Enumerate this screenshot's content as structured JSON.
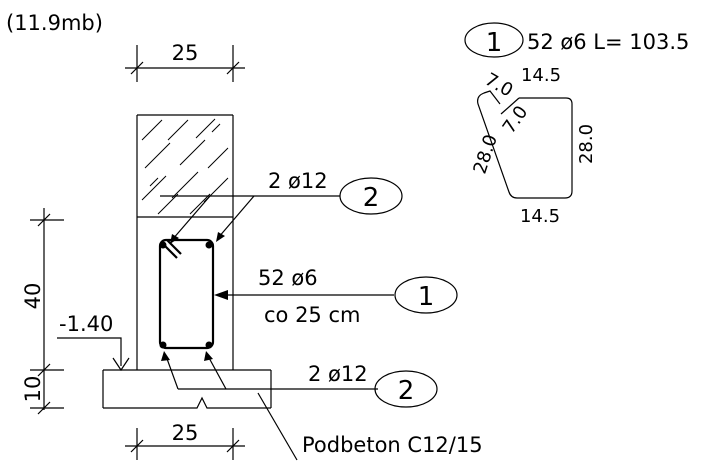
{
  "note_top": "(11.9mb)",
  "dims": {
    "width_top": "25",
    "width_bottom": "25",
    "height_beam": "40",
    "height_footing": "10",
    "level": "-1.40"
  },
  "labels": {
    "top_bars": "2 ø12",
    "stirrups_line1": "52 ø6",
    "stirrups_line2": "co 25 cm",
    "bottom_bars": "2 ø12",
    "podbeton": "Podbeton C12/15"
  },
  "markers": {
    "m_top": "2",
    "m_stirrup": "1",
    "m_bottom": "2",
    "m_detail": "1"
  },
  "detail": {
    "spec": "52 ø6 L= 103.5",
    "hook1": "7.0",
    "hook2": "7.0",
    "top": "14.5",
    "left": "28.0",
    "right": "28.0",
    "bottom": "14.5"
  }
}
